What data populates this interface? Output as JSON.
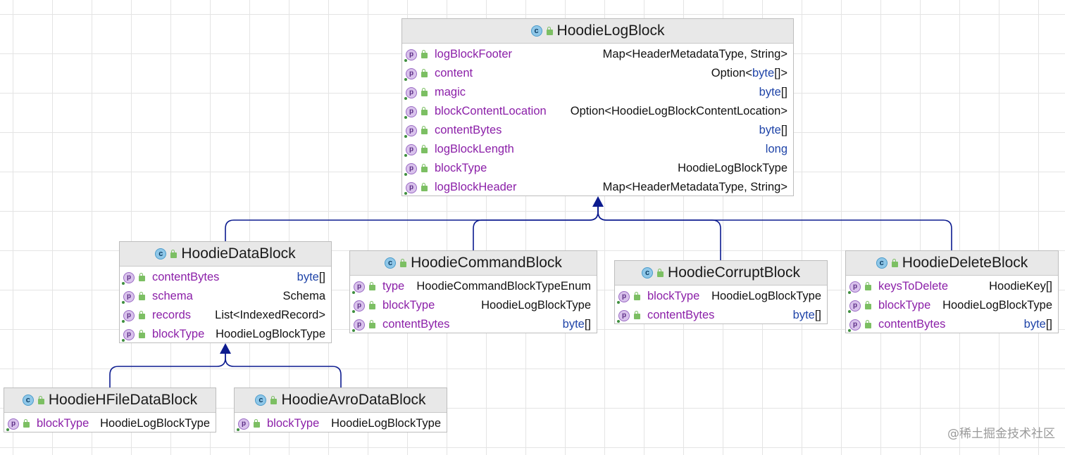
{
  "nodes": [
    {
      "id": "HoodieLogBlock",
      "title": "HoodieLogBlock",
      "fields": [
        {
          "name": "logBlockFooter",
          "type": "Map<HeaderMetadataType, String>"
        },
        {
          "name": "content",
          "type_parts": [
            {
              "t": "Option<",
              "kw": false
            },
            {
              "t": "byte",
              "kw": true
            },
            {
              "t": "[]>",
              "kw": false
            }
          ]
        },
        {
          "name": "magic",
          "type_parts": [
            {
              "t": "byte",
              "kw": true
            },
            {
              "t": "[]",
              "kw": false
            }
          ]
        },
        {
          "name": "blockContentLocation",
          "type": "Option<HoodieLogBlockContentLocation>"
        },
        {
          "name": "contentBytes",
          "type_parts": [
            {
              "t": "byte",
              "kw": true
            },
            {
              "t": "[]",
              "kw": false
            }
          ]
        },
        {
          "name": "logBlockLength",
          "type_parts": [
            {
              "t": "long",
              "kw": true
            }
          ]
        },
        {
          "name": "blockType",
          "type": "HoodieLogBlockType"
        },
        {
          "name": "logBlockHeader",
          "type": "Map<HeaderMetadataType, String>"
        }
      ]
    },
    {
      "id": "HoodieDataBlock",
      "title": "HoodieDataBlock",
      "parent": "HoodieLogBlock",
      "fields": [
        {
          "name": "contentBytes",
          "type_parts": [
            {
              "t": "byte",
              "kw": true
            },
            {
              "t": "[]",
              "kw": false
            }
          ]
        },
        {
          "name": "schema",
          "type": "Schema"
        },
        {
          "name": "records",
          "type": "List<IndexedRecord>"
        },
        {
          "name": "blockType",
          "type": "HoodieLogBlockType"
        }
      ]
    },
    {
      "id": "HoodieCommandBlock",
      "title": "HoodieCommandBlock",
      "parent": "HoodieLogBlock",
      "fields": [
        {
          "name": "type",
          "type": "HoodieCommandBlockTypeEnum"
        },
        {
          "name": "blockType",
          "type": "HoodieLogBlockType"
        },
        {
          "name": "contentBytes",
          "type_parts": [
            {
              "t": "byte",
              "kw": true
            },
            {
              "t": "[]",
              "kw": false
            }
          ]
        }
      ]
    },
    {
      "id": "HoodieCorruptBlock",
      "title": "HoodieCorruptBlock",
      "parent": "HoodieLogBlock",
      "fields": [
        {
          "name": "blockType",
          "type": "HoodieLogBlockType"
        },
        {
          "name": "contentBytes",
          "type_parts": [
            {
              "t": "byte",
              "kw": true
            },
            {
              "t": "[]",
              "kw": false
            }
          ]
        }
      ]
    },
    {
      "id": "HoodieDeleteBlock",
      "title": "HoodieDeleteBlock",
      "parent": "HoodieLogBlock",
      "fields": [
        {
          "name": "keysToDelete",
          "type": "HoodieKey[]"
        },
        {
          "name": "blockType",
          "type": "HoodieLogBlockType"
        },
        {
          "name": "contentBytes",
          "type_parts": [
            {
              "t": "byte",
              "kw": true
            },
            {
              "t": "[]",
              "kw": false
            }
          ]
        }
      ]
    },
    {
      "id": "HoodieHFileDataBlock",
      "title": "HoodieHFileDataBlock",
      "parent": "HoodieDataBlock",
      "fields": [
        {
          "name": "blockType",
          "type": "HoodieLogBlockType"
        }
      ]
    },
    {
      "id": "HoodieAvroDataBlock",
      "title": "HoodieAvroDataBlock",
      "parent": "HoodieDataBlock",
      "fields": [
        {
          "name": "blockType",
          "type": "HoodieLogBlockType"
        }
      ]
    }
  ],
  "icons": {
    "class": "class-c-icon",
    "field": "property-p-icon",
    "visibility": "lock-icon"
  },
  "colors": {
    "field_name": "#8b1fa8",
    "keyword": "#1f44a8",
    "edge": "#0c1b8f",
    "header_bg": "#e8e8e8"
  },
  "watermark": "@稀土掘金技术社区"
}
